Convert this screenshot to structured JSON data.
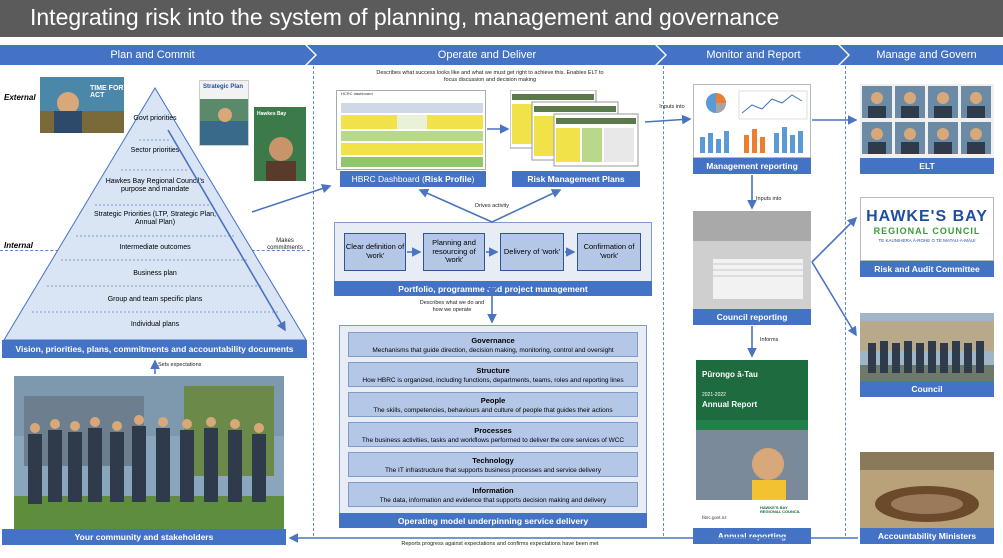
{
  "title": "Integrating risk into the system of planning, management and governance",
  "phases": [
    {
      "label": "Plan and Commit"
    },
    {
      "label": "Operate and Deliver"
    },
    {
      "label": "Monitor and Report"
    },
    {
      "label": "Manage and Govern"
    }
  ],
  "left": {
    "external_label": "External",
    "internal_label": "Internal",
    "pyramid": [
      "Govt priorities",
      "Sector priorities",
      "Hawkes Bay Regional Council's purpose and mandate",
      "Strategic Priorities (LTP, Strategic Plan, Annual Plan)",
      "Intermediate outcomes",
      "Business plan",
      "Group and team specific plans",
      "Individual plans"
    ],
    "makes_commitments": "Makes commitments",
    "pyramid_bar": "Vision, priorities, plans, commitments and accountability documents",
    "sets_expectations": "Sets expectations",
    "community_bar": "Your community and stakeholders",
    "doc_texts": [
      "TIME FOR ACT",
      "Strategic Plan",
      "Hawkes Bay"
    ]
  },
  "middle": {
    "top_note": "Describes what success looks like and what we must get right to achieve this. Enables ELT to focus discussion and decision making",
    "dashboard_bar_prefix": "HBRC Dashboard (",
    "dashboard_bar_bold": "Risk Profile",
    "dashboard_bar_suffix": ")",
    "dashboard_title": "HCRC dashboard",
    "rmp_bar": "Risk Management Plans",
    "drives_activity": "Drives activity",
    "process": [
      "Clear definition of 'work'",
      "Planning and resourcing of 'work'",
      "Delivery of 'work'",
      "Confirmation of 'work'"
    ],
    "portfolio_bar": "Portfolio, programme and project management",
    "describes_ops": "Describes what we do and how we operate",
    "model": [
      {
        "title": "Governance",
        "desc": "Mechanisms that guide direction, decision making, monitoring, control and oversight"
      },
      {
        "title": "Structure",
        "desc": "How HBRC is organized, including functions, departments, teams, roles and reporting lines"
      },
      {
        "title": "People",
        "desc": "The skills, competencies, behaviours and culture of people that guides their actions"
      },
      {
        "title": "Processes",
        "desc": "The business activities, tasks and workflows performed to deliver the core services of WCC"
      },
      {
        "title": "Technology",
        "desc": "The IT infrastructure that supports business processes and service delivery"
      },
      {
        "title": "Information",
        "desc": "The data, information and evidence that supports decision making and delivery"
      }
    ],
    "model_bar": "Operating model underpinning service delivery"
  },
  "monitor": {
    "inputs_into_1": "Inputs into",
    "mgmt_bar": "Management reporting",
    "inputs_into_2": "Inputs into",
    "council_reporting_bar": "Council reporting",
    "informs": "Informs",
    "report_title": "Pūrongo ā-Tau",
    "report_year": "2021-2022",
    "report_name": "Annual Report",
    "report_url": "hbrc.govt.nz",
    "report_logo": "HAWKE'S BAY REGIONAL COUNCIL",
    "annual_bar": "Annual reporting"
  },
  "govern": {
    "elt_bar": "ELT",
    "logo_line1": "HAWKE'S BAY",
    "logo_line2": "REGIONAL COUNCIL",
    "logo_line3": "TE KAUNIHERA Ā-ROHE O TE MATAU-A-MĀUI",
    "rac_bar": "Risk and Audit Committee",
    "council_bar": "Council",
    "ministers_bar": "Accountability Ministers"
  },
  "bottom_note": "Reports progress against expectations and confirms expectations have been met",
  "colors": {
    "bar_blue": "#4472c4",
    "light_blue": "#b4c7e7",
    "title_grey": "#5b5b5b",
    "arrow_blue": "#4a74bf"
  }
}
